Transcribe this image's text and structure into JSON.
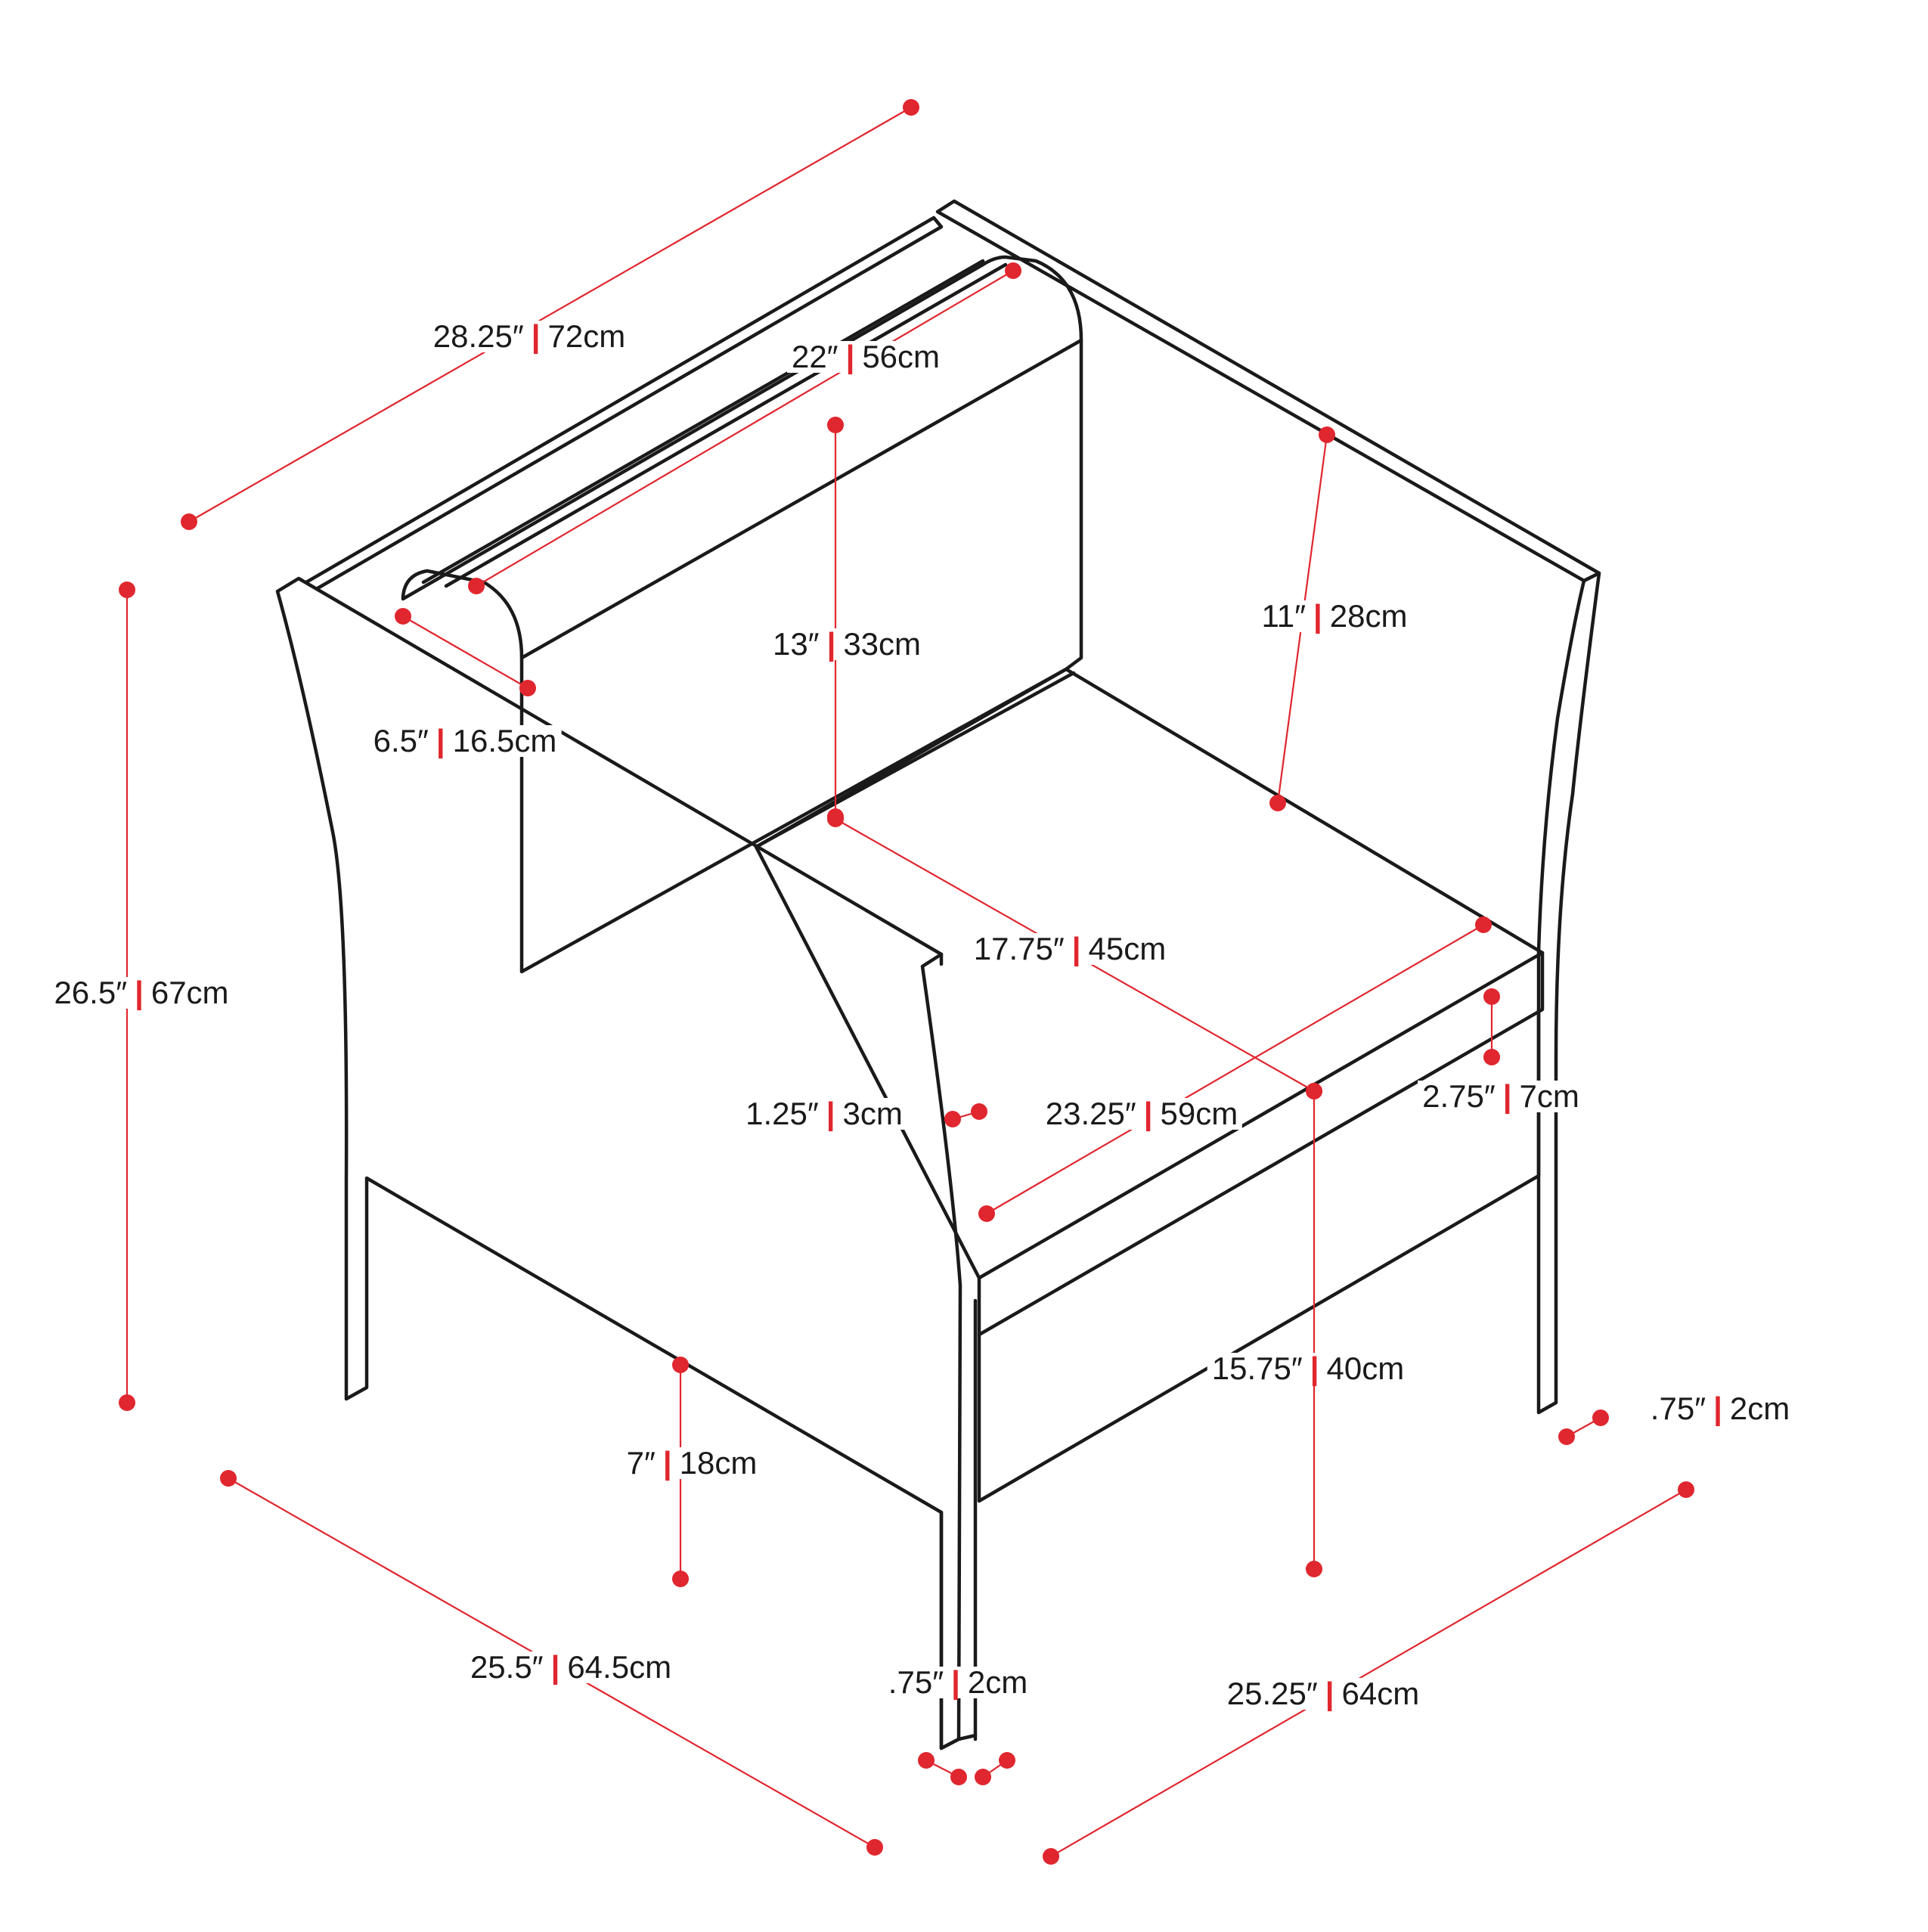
{
  "dimensions": {
    "overall_depth": {
      "imperial": "28.25″",
      "metric": "72cm"
    },
    "back_cushion_width": {
      "imperial": "22″",
      "metric": "56cm"
    },
    "back_height": {
      "imperial": "13″",
      "metric": "33cm"
    },
    "armrest_to_seat_height": {
      "imperial": "11″",
      "metric": "28cm"
    },
    "armrest_width": {
      "imperial": "6.5″",
      "metric": "16.5cm"
    },
    "overall_height": {
      "imperial": "26.5″",
      "metric": "67cm"
    },
    "seat_depth": {
      "imperial": "17.75″",
      "metric": "45cm"
    },
    "arm_thickness": {
      "imperial": "1.25″",
      "metric": "3cm"
    },
    "seat_width": {
      "imperial": "23.25″",
      "metric": "59cm"
    },
    "cushion_thickness": {
      "imperial": "2.75″",
      "metric": "7cm"
    },
    "seat_height": {
      "imperial": "15.75″",
      "metric": "40cm"
    },
    "rear_leg_width": {
      "imperial": ".75″",
      "metric": "2cm"
    },
    "leg_height": {
      "imperial": "7″",
      "metric": "18cm"
    },
    "overall_width": {
      "imperial": "25.5″",
      "metric": "64.5cm"
    },
    "front_leg_width": {
      "imperial": ".75″",
      "metric": "2cm"
    },
    "overall_length": {
      "imperial": "25.25″",
      "metric": "64cm"
    }
  },
  "separator": "|",
  "colors": {
    "measure": "#e0262e",
    "outline": "#1a1a1a",
    "background": "#ffffff"
  }
}
